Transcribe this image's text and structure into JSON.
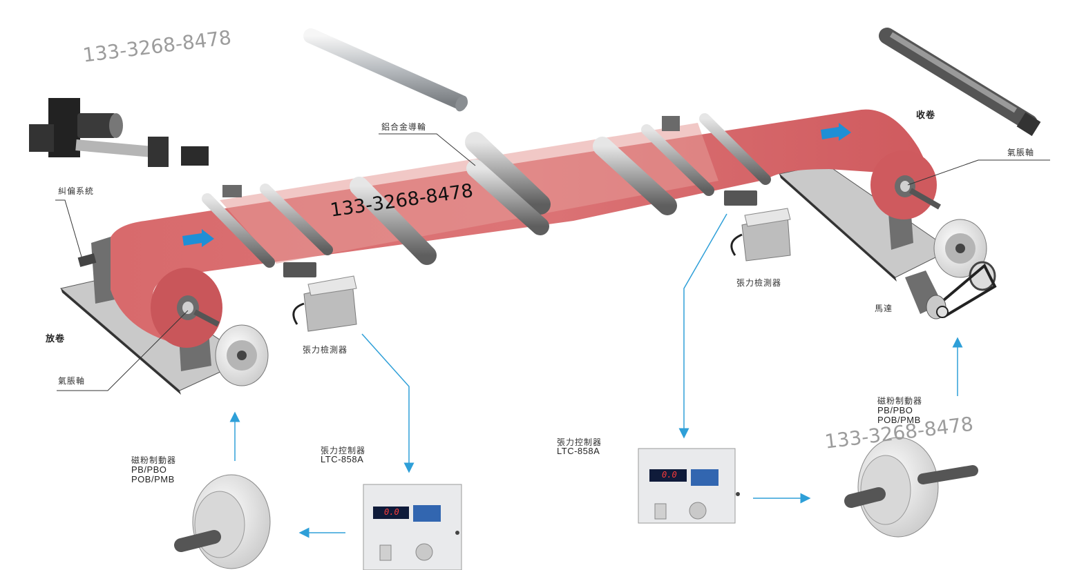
{
  "phones": {
    "top_left": "133-3268-8478",
    "center": "133-3268-8478",
    "right": "133-3268-8478"
  },
  "labels": {
    "unwind": "放卷",
    "rewind": "收卷",
    "guide_system": "糾偏系統",
    "aluminum_roller": "鋁合金導輪",
    "air_shaft_left": "氣脹軸",
    "air_shaft_right": "氣脹軸",
    "tension_sensor_left": "張力檢測器",
    "tension_sensor_right": "張力檢測器",
    "motor": "馬達",
    "controller_left_name": "張力控制器",
    "controller_left_model": "LTC-858A",
    "controller_right_name": "張力控制器",
    "controller_right_model": "LTC-858A",
    "brake_left_name": "磁粉制動器",
    "brake_left_models": "PB/PBO\nPOB/PMB",
    "brake_right_name": "磁粉制動器",
    "brake_right_models": "PB/PBO\nPOB/PMB"
  },
  "controller_display": "0.0",
  "colors": {
    "web": "#d9686a",
    "web_light": "#f1a8a6",
    "arrow_blue": "#2e9fd8",
    "flow_arrow": "#1f8fd6",
    "roller_gray": "#9c9c9c",
    "base_gray": "#b9b9b9"
  }
}
